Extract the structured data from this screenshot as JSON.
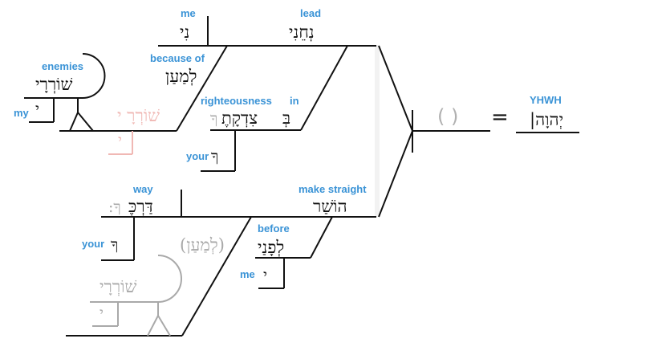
{
  "diagram": {
    "type": "sentence-diagram",
    "language": "Hebrew",
    "colors": {
      "line": "#111111",
      "gloss": "#3a93d6",
      "implied": "#a9a9a9",
      "faded": "#f0b8b4"
    },
    "subject": {
      "gloss": "YHWH",
      "hebrew": "יְהוָה|",
      "implied_placeholder": "(  )",
      "equals": "="
    },
    "clause1": {
      "verb": {
        "gloss": "lead",
        "hebrew": "נְחֵנִי"
      },
      "object": {
        "gloss": "me",
        "hebrew": "נִי"
      },
      "pp_because": {
        "gloss": "because of",
        "hebrew": "לְמַעַן",
        "object": {
          "gloss": "enemies",
          "hebrew": "שׁוֹרְרָי",
          "modifier": {
            "gloss": "my",
            "hebrew": "י"
          }
        },
        "faded_copy": {
          "hebrew": "שׁוֹרְרָ י",
          "suffix": "י"
        }
      },
      "pp_in": {
        "gloss": "in",
        "prep": "בְּ",
        "object": {
          "gloss": "righteousness",
          "hebrew": "צִדְקָתֶ",
          "suffix_faded": "ךָ",
          "modifier": {
            "gloss": "your",
            "hebrew": "ךָ"
          }
        }
      }
    },
    "clause2": {
      "verb": {
        "gloss": "make straight",
        "hebrew": "הוֹשַׁר"
      },
      "object": {
        "gloss": "way",
        "hebrew": "דַּרְכֶּ",
        "suffix_faded": "ךָ:",
        "modifier": {
          "gloss": "your",
          "hebrew": "ךָ"
        }
      },
      "pp_before": {
        "gloss": "before",
        "hebrew": "לְפָנַי",
        "modifier": {
          "gloss": "me",
          "hebrew": "י"
        }
      },
      "implied_pp": {
        "hebrew": "(לְמַעַן)",
        "object": {
          "hebrew": "שׁוֹרְרָי",
          "modifier": "י"
        }
      }
    }
  }
}
